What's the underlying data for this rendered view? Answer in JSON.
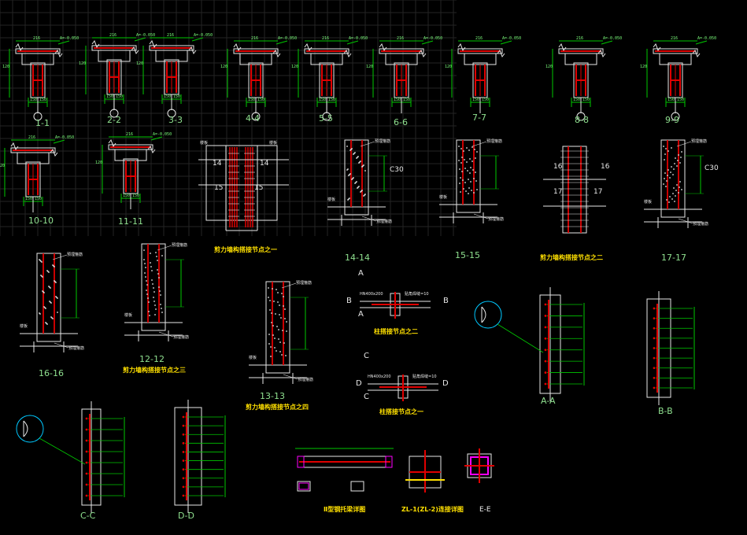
{
  "sections": [
    "1-1",
    "2-2",
    "3-3",
    "4-4",
    "5-5",
    "6-6",
    "7-7",
    "8-8",
    "9-9",
    "10-10",
    "11-11",
    "14-14",
    "15-15",
    "17-17",
    "16-16",
    "12-12",
    "13-13",
    "A-A",
    "B-B",
    "C-C",
    "D-D",
    "E-E"
  ],
  "numbers": [
    "14",
    "14",
    "15",
    "15",
    "16",
    "16",
    "17",
    "17"
  ],
  "node_titles": [
    "剪力墙构搭接节点之一",
    "剪力墙构搭接节点之二",
    "剪力墙构搭接节点之三",
    "剪力墙构搭接节点之四",
    "柱搭接节点之二",
    "柱搭接节点之一",
    "Ⅱ型钢托梁详图",
    "ZL-1(ZL-2)连接详图"
  ],
  "concrete": [
    "C30",
    "C30"
  ],
  "cut_letters": [
    "A",
    "A",
    "B",
    "B",
    "C",
    "C",
    "D",
    "D"
  ],
  "colors": {
    "background": "#000000",
    "grid": "#242424",
    "line": "#e8e8e8",
    "dim": "#00c800",
    "steel": "#e00000",
    "note": "#ffe000",
    "callout": "#00c8ff",
    "plate": "#ff00ff"
  }
}
